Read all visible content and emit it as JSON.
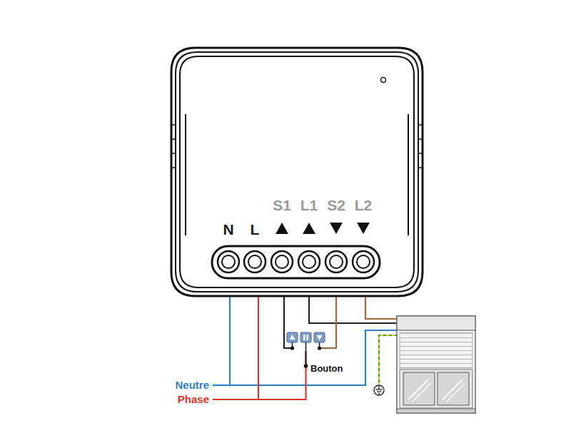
{
  "diagram": {
    "nodes": [
      {
        "text": [
          "N",
          "L",
          "S1",
          "L1",
          "S2",
          "L2"
        ]
      },
      {
        "text": [
          "Bouton"
        ]
      }
    ],
    "edges": [
      {
        "from": 0,
        "to": 1,
        "arrow": "none"
      },
      {
        "from": 0,
        "to": 1,
        "arrow": "none"
      },
      {
        "from": 0,
        "to": 1,
        "arrow": "none"
      }
    ],
    "labels": [
      "Neutre",
      "Phase"
    ]
  }
}
